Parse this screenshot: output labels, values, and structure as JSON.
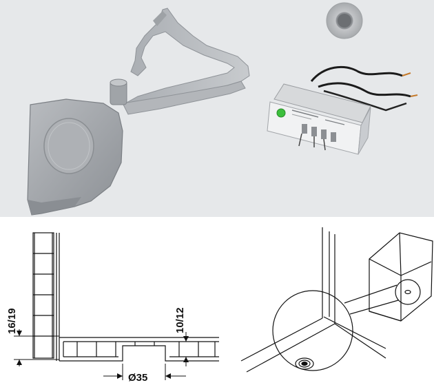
{
  "dimensions": {
    "panel_thickness": "16/19",
    "drill_depth": "10/12",
    "drill_diameter": "Ø35"
  },
  "colors": {
    "photo_background": "#e6e8ea",
    "drawing_background": "#ffffff",
    "line": "#111111",
    "led_green": "#3cbf3c"
  },
  "icons": {
    "stay_arm": "lift-stay-mechanism-image",
    "sensor": "round-sensor-button-image",
    "control_box": "control-box-with-cables-image"
  }
}
